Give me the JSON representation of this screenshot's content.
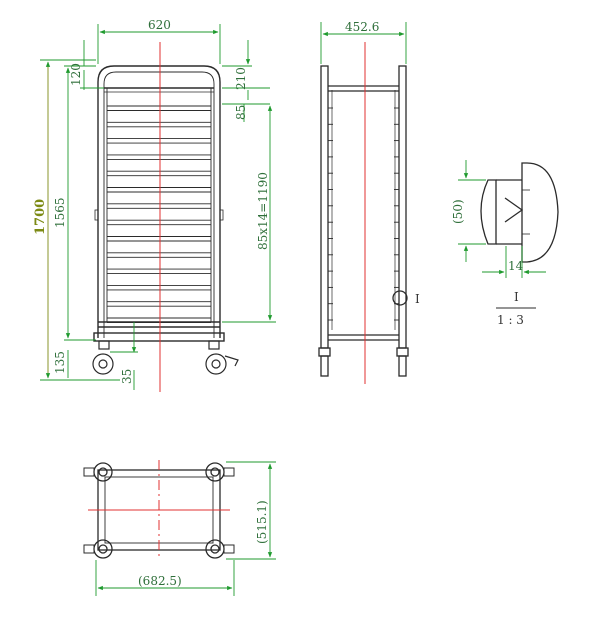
{
  "colors": {
    "line": "#2b2b2b",
    "dimension": "#2f6f3a",
    "dimension_line": "#1f9a2e",
    "centerline": "#e23030",
    "overall_height": "#7c8a14"
  },
  "front_view": {
    "width_label": "620",
    "overall_height_label": "1700",
    "frame_height_label": "1565",
    "top_arc_label": "120",
    "top_offset_label": "210",
    "shelf_gap_label": "85",
    "shelf_span_label": "85x14=1190",
    "bottom_label": "135",
    "caster_label": "35",
    "shelf_count": 14
  },
  "side_view": {
    "depth_label": "452.6",
    "detail_marker": "I"
  },
  "detail_view": {
    "height_label": "(50)",
    "depth_label": "14",
    "title": "I",
    "scale": "1 : 3"
  },
  "top_view": {
    "width_label": "(682.5)",
    "depth_label": "(515.1)"
  }
}
